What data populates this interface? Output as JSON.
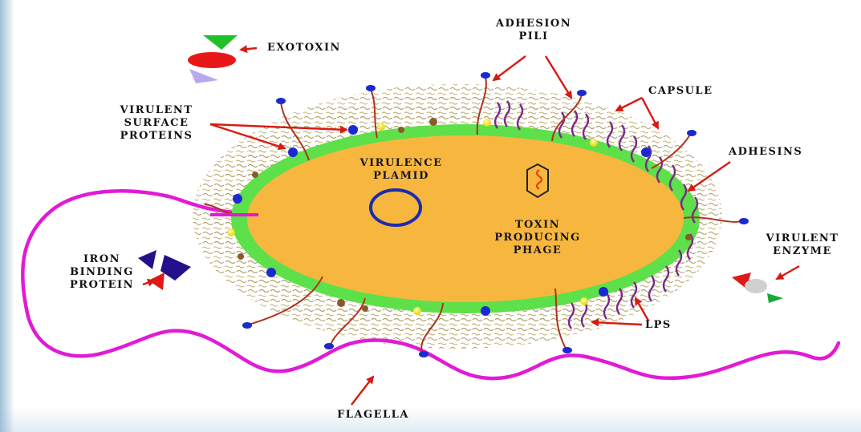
{
  "labels": {
    "exotoxin": "EXOTOXIN",
    "adhesion_pili": [
      "ADHESION",
      "PILI"
    ],
    "capsule": "CAPSULE",
    "virulent_surface_proteins": [
      "VIRULENT",
      "SURFACE",
      "PROTEINS"
    ],
    "adhesins": "ADHESINS",
    "virulence_plasmid": [
      "VIRULENCE",
      "PLAMID"
    ],
    "toxin_producing_phage": [
      "TOXIN",
      "PRODUCING",
      "PHAGE"
    ],
    "iron_binding_protein": [
      "IRON",
      "BINDING",
      "PROTEIN"
    ],
    "virulent_enzyme": [
      "VIRULENT",
      "ENZYME"
    ],
    "lps": "LPS",
    "flagella": "FLAGELLA"
  },
  "colors": {
    "cytoplasm": "#f7b73e",
    "membrane": "#5ee04a",
    "capsule_haze": "#a89a5a",
    "flagella": "#e21ad6",
    "pili": "#b0321e",
    "pili_tip": "#1a2ad0",
    "arrow": "#d81a10",
    "plasmid": "#1c2bb0",
    "capsule_strands": "#7a2a86",
    "granule_yellow": "#f2e81c",
    "granule_brown": "#8a5a2a"
  }
}
